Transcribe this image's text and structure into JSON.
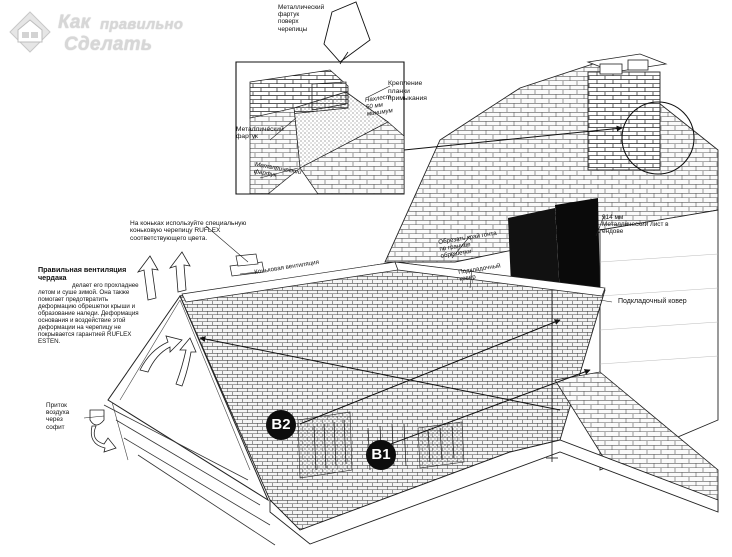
{
  "logo": {
    "line1": "Как",
    "line1b": "правильно",
    "line2": "Сделать"
  },
  "labels": {
    "flashing_over_tiles": "Металлический\nфартук\nповерх\nчерепицы",
    "fastening_strips": "Крепление\nпланки\nпримыкания",
    "overlap": "Нахлест\n50 мм\nминимум",
    "metal_apron_left": "Металлический\nфартук",
    "metal_apron_bottom": "Металлический\nфартук",
    "ridge_note": "На коньках используйте специальную\nконьковую черепицу RUFLEX\nсоответствующего цвета.",
    "ventilation_title": "Правильная вентиляция\nчердака",
    "ventilation_body": "делает его прохладнее\nлетом и суше зимой. Она также\nпомогает предотвратить\nдеформацию обрешетки крыши и\nобразование наледи. Деформация\nоснования и воздействие этой\nдеформации на черепицу не\nпокрывается гарантией RUFLEX\nESTEN.",
    "air_inflow": "Приток\nвоздуха\nчерез\nсофит",
    "ridge_vent": "Коньковая вентиляция",
    "cut_edge": "Обрезать край гонта\nпо границе\nобрешетки",
    "underlay_small": "Подкладочный\nковер",
    "valley_sheet": "914 мм\nМеталлический лист в\nендове",
    "underlay_large": "Подкладочный ковер"
  },
  "badges": {
    "b1": "B1",
    "b2": "B2"
  }
}
